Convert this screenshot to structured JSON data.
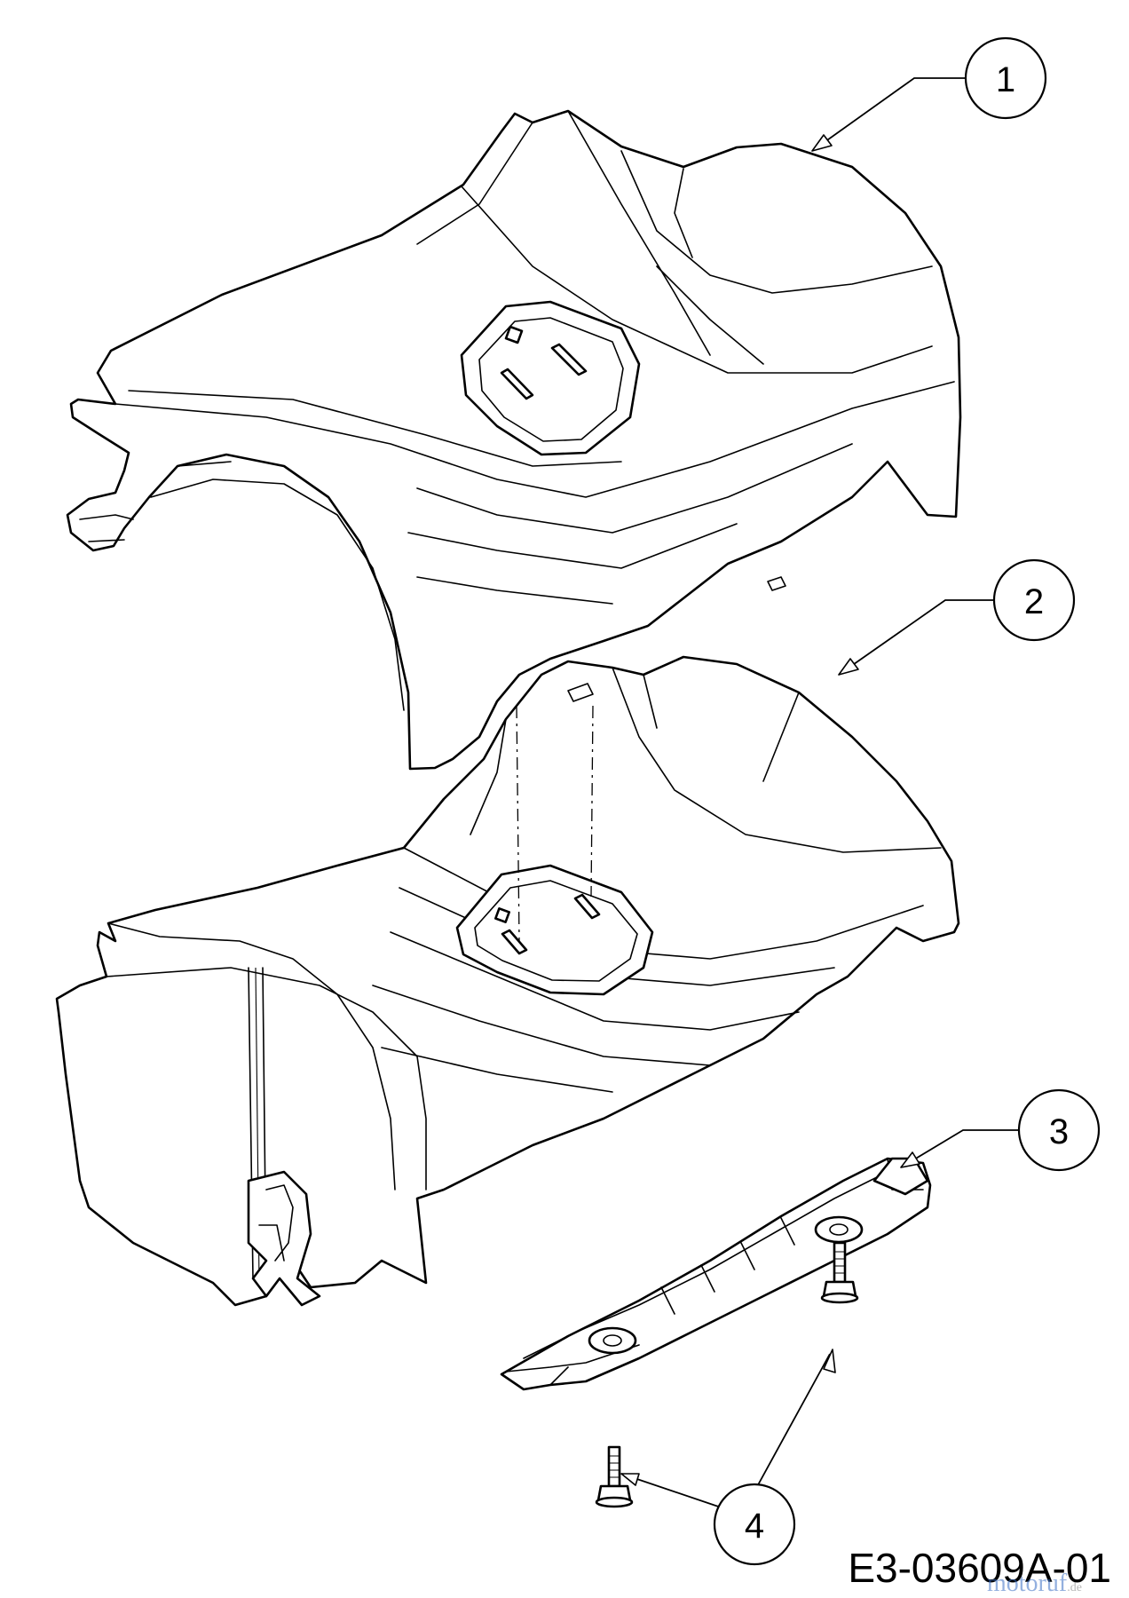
{
  "drawing_code": "E3-03609A-01",
  "watermark": {
    "text": "motoruf",
    "suffix": ".de"
  },
  "callouts": [
    {
      "id": "1",
      "label": "1"
    },
    {
      "id": "2",
      "label": "2"
    },
    {
      "id": "3",
      "label": "3"
    },
    {
      "id": "4",
      "label": "4"
    }
  ]
}
